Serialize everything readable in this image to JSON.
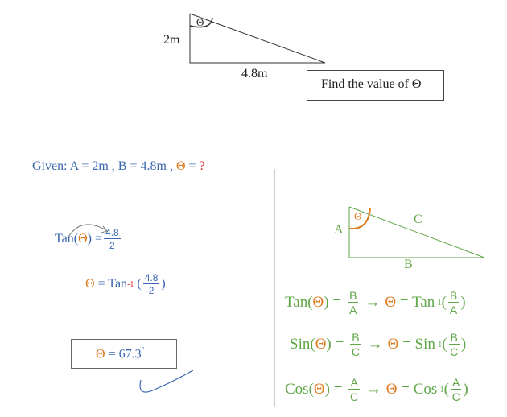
{
  "top": {
    "angle_symbol": "Θ",
    "side_vertical": "2m",
    "side_horizontal": "4.8m",
    "question": "Find the value of Θ"
  },
  "given": {
    "prefix": "Given: A = 2m , B = 4.8m ,",
    "theta": "Θ",
    "eq": "=",
    "unknown": "?"
  },
  "left": {
    "tan_label": "Tan(",
    "theta": "Θ",
    "close_eq": ") =",
    "frac1_num": "4.8",
    "frac1_den": "2",
    "theta2": "Θ",
    "inv_prefix": "= Tan",
    "inv_sup": "-1",
    "paren_open": "(",
    "frac2_num": "4.8",
    "frac2_den": "2",
    "paren_close": ")",
    "result_theta": "Θ",
    "result_value": "= 67.3",
    "degree": "°"
  },
  "right": {
    "triangle": {
      "angle": "Θ",
      "a": "A",
      "b": "B",
      "c": "C"
    },
    "formulas": [
      {
        "fn": "Tan(",
        "theta": "Θ",
        "close": ") =",
        "num": "B",
        "den": "A",
        "arrow": "→",
        "theta2": "Θ",
        "inv": "= Tan",
        "sup": "-1",
        "open": "(",
        "num2": "B",
        "den2": "A",
        "close2": ")"
      },
      {
        "fn": "Sin(",
        "theta": "Θ",
        "close": ") =",
        "num": "B",
        "den": "C",
        "arrow": "→",
        "theta2": "Θ",
        "inv": "= Sin",
        "sup": "-1",
        "open": "(",
        "num2": "B",
        "den2": "C",
        "close2": ")"
      },
      {
        "fn": "Cos(",
        "theta": "Θ",
        "close": ") =",
        "num": "A",
        "den": "C",
        "arrow": "→",
        "theta2": "Θ",
        "inv": "= Cos",
        "sup": "-1",
        "open": "(",
        "num2": "A",
        "den2": "C",
        "close2": ")"
      }
    ]
  },
  "colors": {
    "blue": "#3a66b0",
    "orange": "#e07a1f",
    "red": "#dd2222",
    "green": "#5fa647"
  }
}
